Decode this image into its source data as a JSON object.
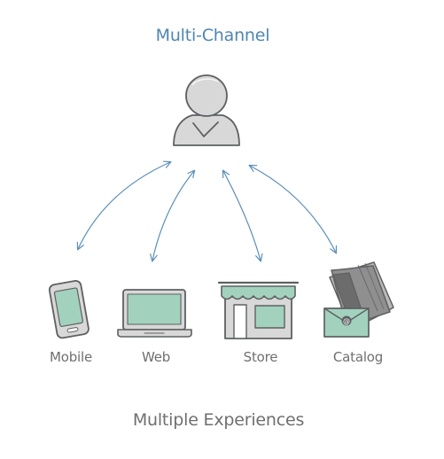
{
  "title": "Multi-Channel",
  "caption": "Multiple Experiences",
  "channels": [
    {
      "label": "Mobile",
      "icon": "mobile-phone-icon"
    },
    {
      "label": "Web",
      "icon": "laptop-icon"
    },
    {
      "label": "Store",
      "icon": "storefront-icon"
    },
    {
      "label": "Catalog",
      "icon": "catalog-mail-icon"
    }
  ],
  "center_icon": "user-icon",
  "colors": {
    "title": "#4f86b2",
    "text": "#6f6f6f",
    "arrow": "#5b8fb8",
    "accent_fill": "#a2d2be",
    "icon_fill": "#d8d8d8",
    "outline": "#5f6062"
  }
}
